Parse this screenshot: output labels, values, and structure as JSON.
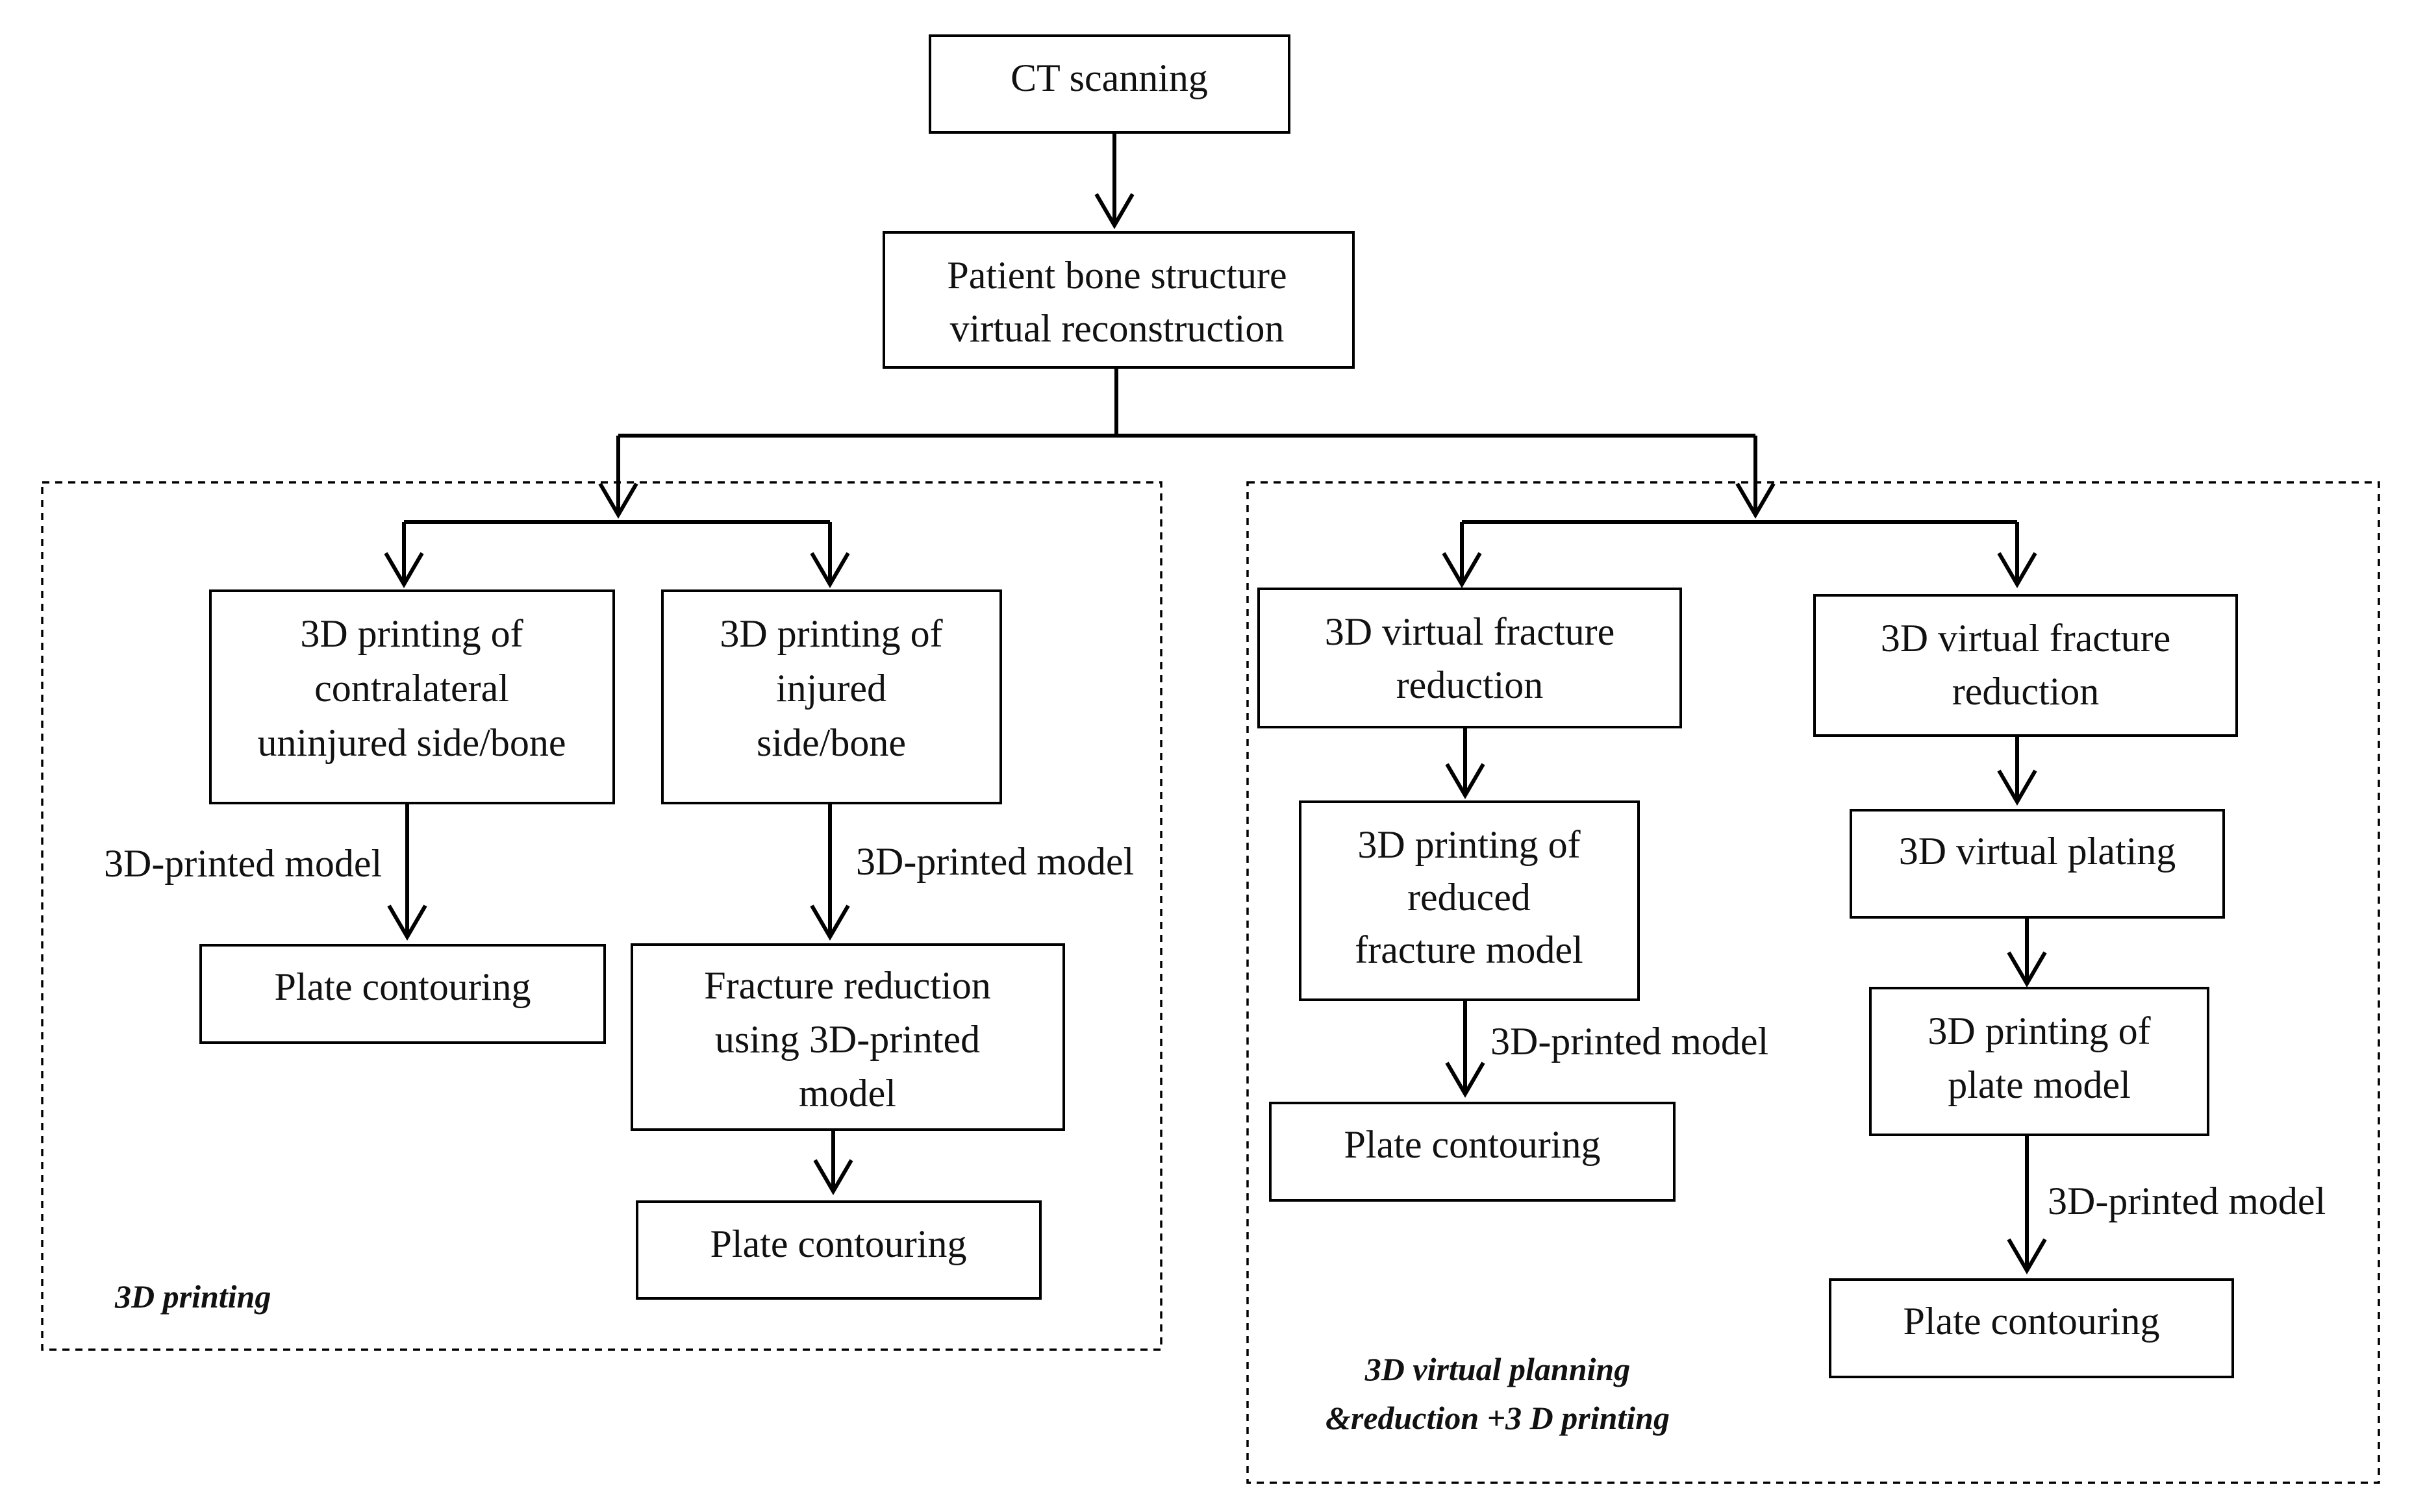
{
  "nodes": {
    "ct": {
      "lines": [
        "CT scanning"
      ]
    },
    "reconstruct": {
      "lines": [
        "Patient bone structure",
        "virtual reconstruction"
      ]
    },
    "p_contra": {
      "lines": [
        "3D printing of",
        "contralateral",
        "uninjured side/bone"
      ]
    },
    "p_injured": {
      "lines": [
        "3D printing of",
        "injured",
        "side/bone"
      ]
    },
    "plate_1": {
      "lines": [
        "Plate contouring"
      ]
    },
    "fx_reduction": {
      "lines": [
        "Fracture reduction",
        "using 3D-printed",
        "model"
      ]
    },
    "plate_2": {
      "lines": [
        "Plate contouring"
      ]
    },
    "vfr_a": {
      "lines": [
        "3D virtual fracture",
        "reduction"
      ]
    },
    "p_reduced": {
      "lines": [
        "3D printing of",
        "reduced",
        "fracture model"
      ]
    },
    "plate_3": {
      "lines": [
        "Plate contouring"
      ]
    },
    "vfr_b": {
      "lines": [
        "3D virtual fracture",
        "reduction"
      ]
    },
    "v_plating": {
      "lines": [
        "3D virtual plating"
      ]
    },
    "p_plate": {
      "lines": [
        "3D printing of",
        "plate model"
      ]
    },
    "plate_4": {
      "lines": [
        "Plate contouring"
      ]
    }
  },
  "edge_labels": {
    "e1": "3D-printed model",
    "e2": "3D-printed model",
    "e3": "3D-printed model",
    "e4": "3D-printed model"
  },
  "groups": {
    "left": {
      "lines": [
        "3D printing"
      ]
    },
    "right": {
      "lines": [
        "3D virtual planning",
        "&reduction +3 D printing"
      ]
    }
  }
}
